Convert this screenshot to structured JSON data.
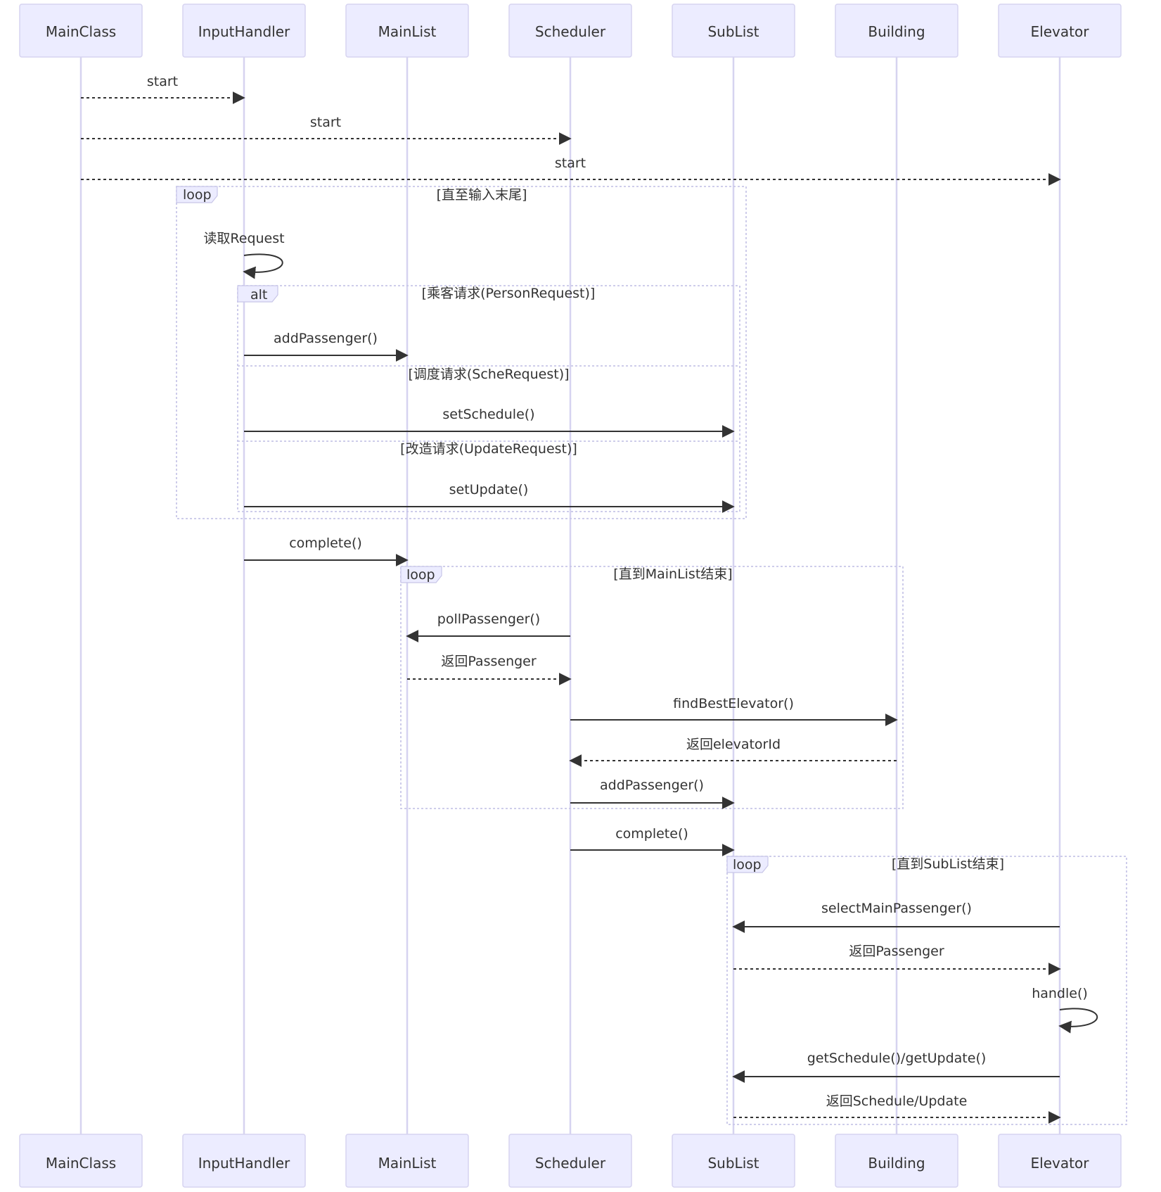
{
  "participants": [
    "MainClass",
    "InputHandler",
    "MainList",
    "Scheduler",
    "SubList",
    "Building",
    "Elevator"
  ],
  "messages": {
    "m1": "start",
    "m2": "start",
    "m3": "start",
    "m4": "读取Request",
    "m5": "addPassenger()",
    "m6": "setSchedule()",
    "m7": "setUpdate()",
    "m8": "complete()",
    "m9": "pollPassenger()",
    "m10": "返回Passenger",
    "m11": "findBestElevator()",
    "m12": "返回elevatorId",
    "m13": "addPassenger()",
    "m14": "complete()",
    "m15": "selectMainPassenger()",
    "m16": "返回Passenger",
    "m17": "handle()",
    "m18": "getSchedule()/getUpdate()",
    "m19": "返回Schedule/Update"
  },
  "frames": {
    "loop1": {
      "label": "loop",
      "condition": "[直至输入末尾]"
    },
    "alt1": {
      "label": "alt",
      "condition1": "[乘客请求(PersonRequest)]",
      "condition2": "[调度请求(ScheRequest)]",
      "condition3": "[改造请求(UpdateRequest)]"
    },
    "loop2": {
      "label": "loop",
      "condition": "[直到MainList结束]"
    },
    "loop3": {
      "label": "loop",
      "condition": "[直到SubList结束]"
    }
  },
  "colors": {
    "actor_fill": "#ececff",
    "actor_stroke": "#d6d3f0",
    "line": "#333333"
  }
}
